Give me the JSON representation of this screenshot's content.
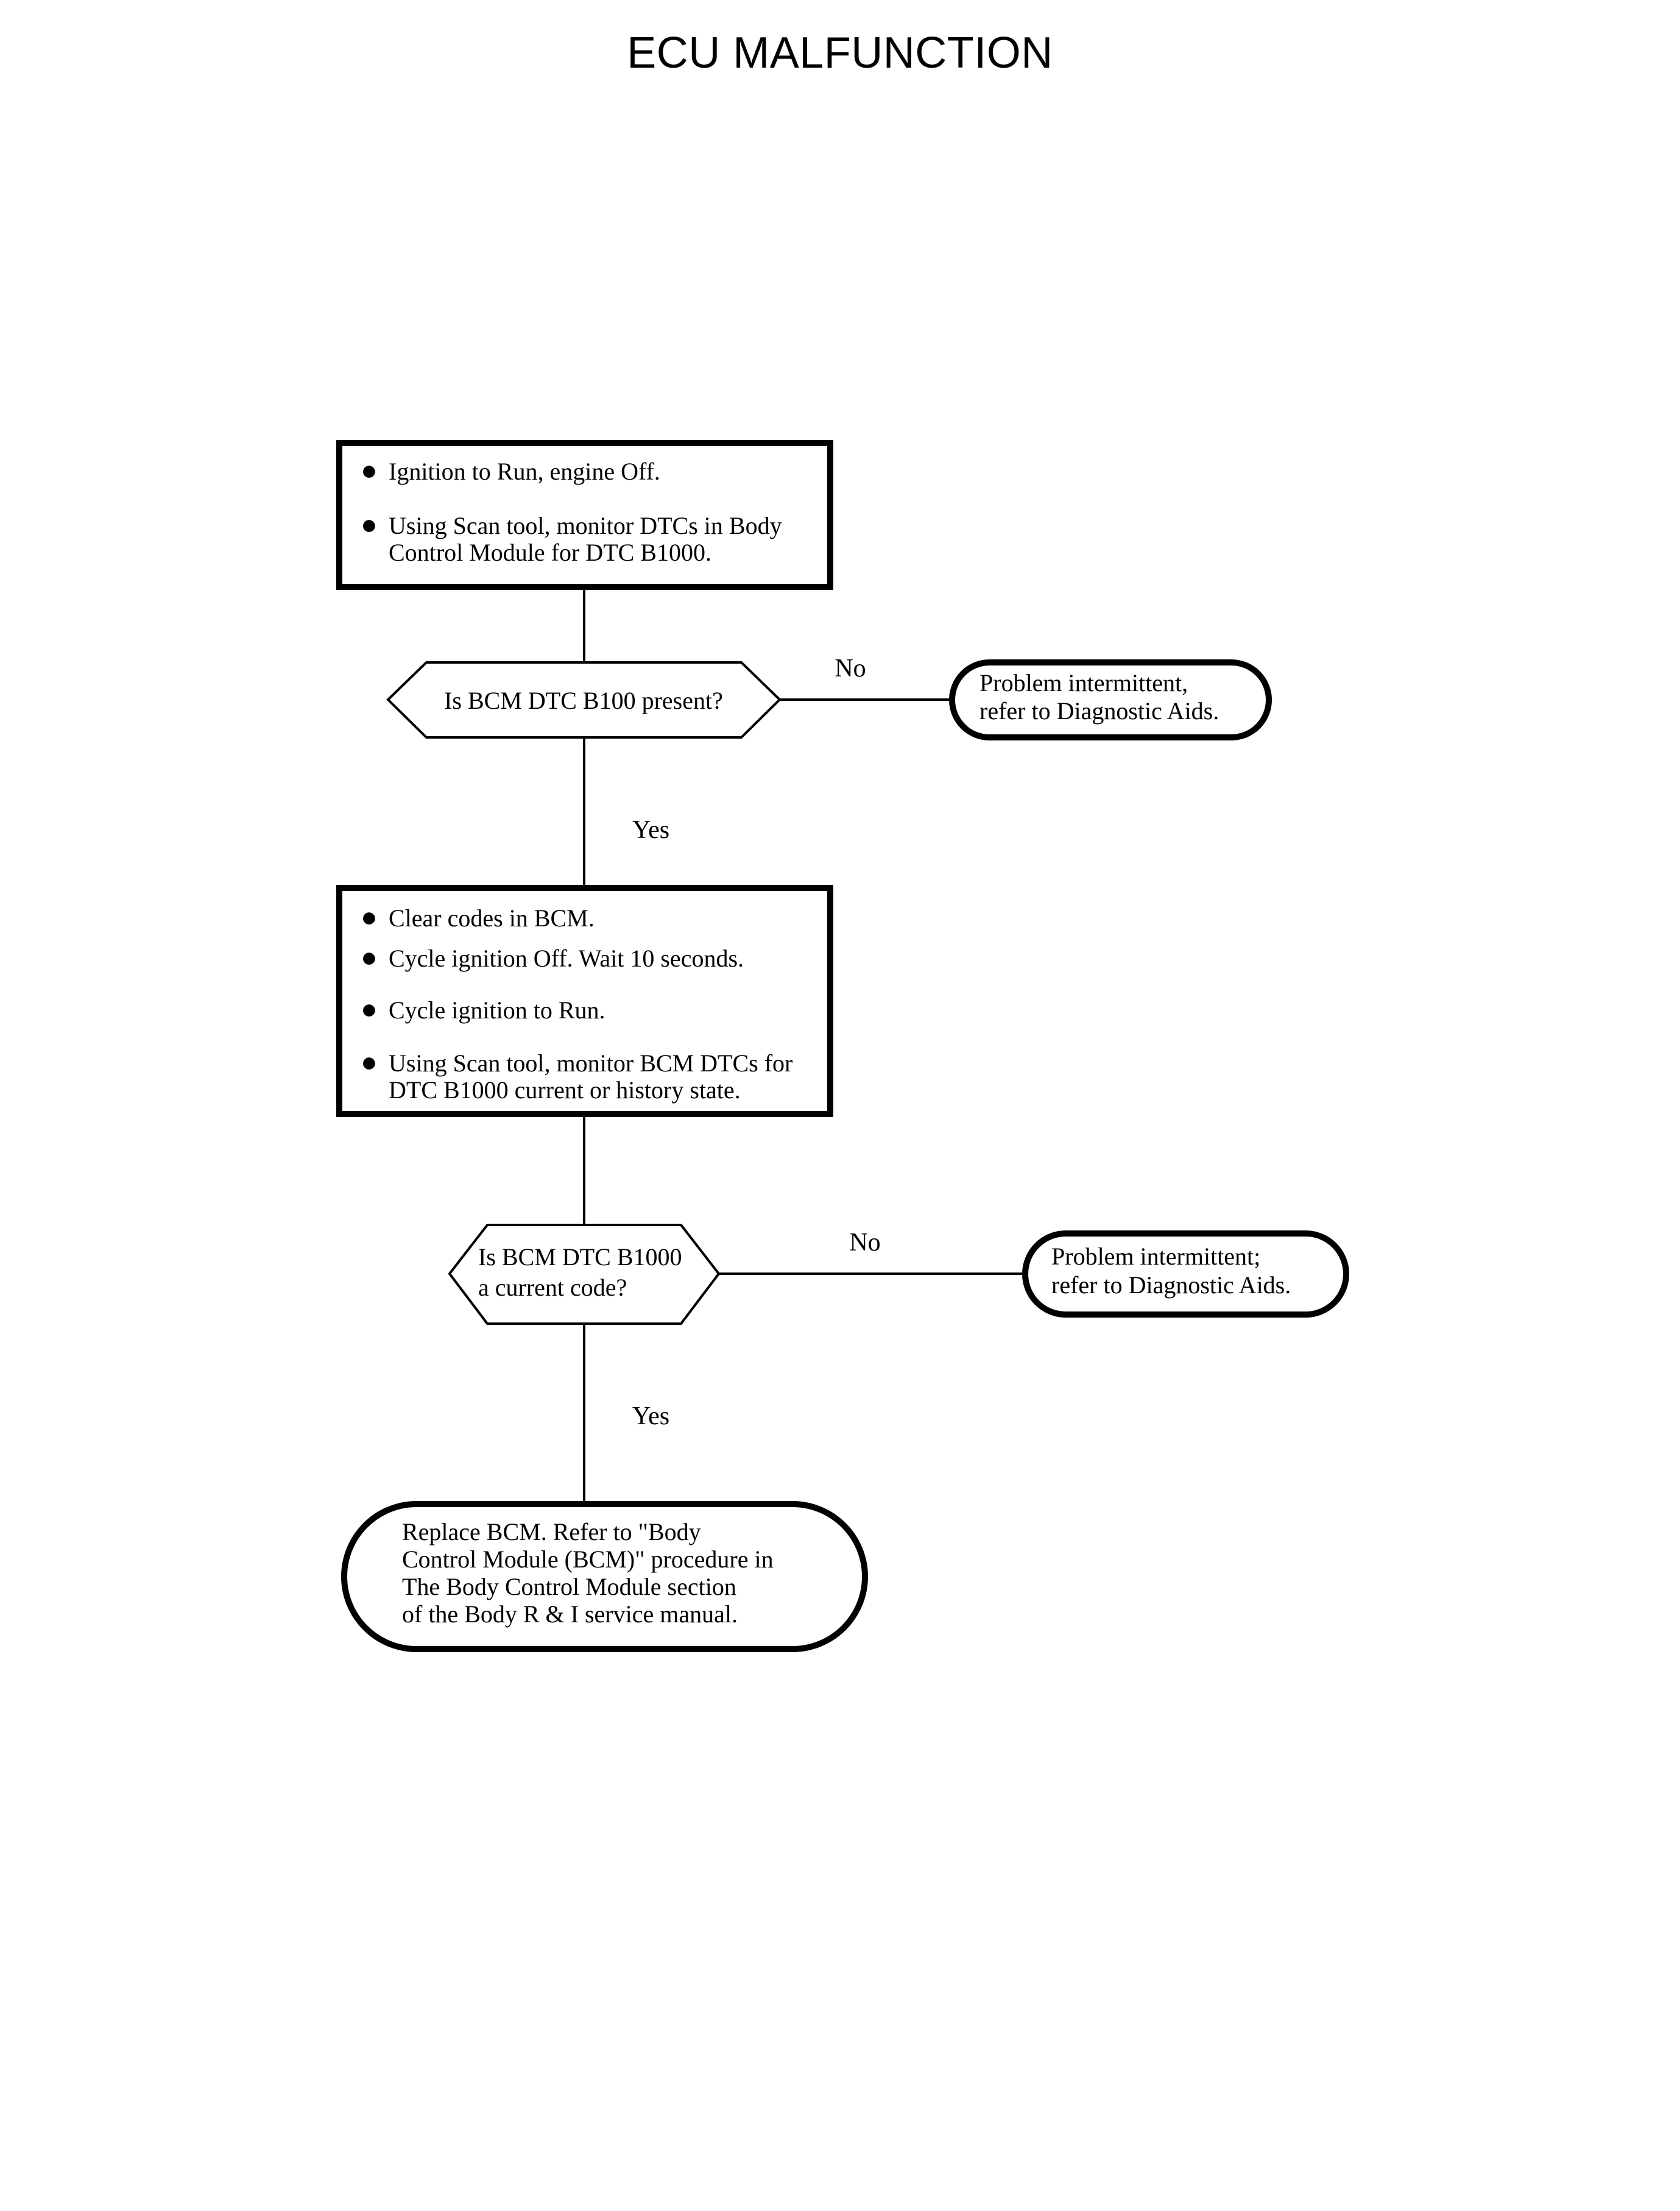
{
  "title": "ECU MALFUNCTION",
  "colors": {
    "stroke": "#000000",
    "background": "#ffffff",
    "text": "#000000"
  },
  "chart_data": {
    "type": "diagram",
    "diagram_kind": "flowchart",
    "title": "ECU MALFUNCTION",
    "nodes": [
      {
        "id": "step1",
        "shape": "rectangle",
        "lines": [
          "Ignition to Run, engine Off.",
          "Using Scan tool, monitor DTCs in Body",
          "Control Module for DTC B1000."
        ]
      },
      {
        "id": "decision1",
        "shape": "hexagon",
        "lines": [
          "Is BCM DTC B100 present?"
        ]
      },
      {
        "id": "term1",
        "shape": "stadium",
        "lines": [
          "Problem intermittent,",
          "refer to Diagnostic Aids."
        ]
      },
      {
        "id": "step2",
        "shape": "rectangle",
        "lines": [
          "Clear codes in BCM.",
          "Cycle ignition Off.  Wait 10 seconds.",
          "Cycle ignition to Run.",
          "Using Scan tool, monitor BCM DTCs for",
          "DTC B1000 current or history state."
        ]
      },
      {
        "id": "decision2",
        "shape": "hexagon",
        "lines": [
          "Is BCM DTC B1000",
          "a current code?"
        ]
      },
      {
        "id": "term2",
        "shape": "stadium",
        "lines": [
          "Problem intermittent;",
          "refer to Diagnostic Aids."
        ]
      },
      {
        "id": "term3",
        "shape": "stadium",
        "lines": [
          "Replace BCM.  Refer to \"Body",
          "Control Module (BCM)\" procedure in",
          "The Body Control Module section",
          "of the Body R & I service manual."
        ]
      }
    ],
    "edges": [
      {
        "from": "step1",
        "to": "decision1",
        "label": ""
      },
      {
        "from": "decision1",
        "to": "term1",
        "label": "No"
      },
      {
        "from": "decision1",
        "to": "step2",
        "label": "Yes"
      },
      {
        "from": "step2",
        "to": "decision2",
        "label": ""
      },
      {
        "from": "decision2",
        "to": "term2",
        "label": "No"
      },
      {
        "from": "decision2",
        "to": "term3",
        "label": "Yes"
      }
    ]
  },
  "step1": {
    "bullet1": "Ignition to Run, engine Off.",
    "bullet2_line1": "Using Scan tool, monitor DTCs in Body",
    "bullet2_line2": "Control Module for DTC B1000."
  },
  "decision1": {
    "text": "Is BCM DTC B100 present?"
  },
  "branch1": {
    "no_label": "No",
    "yes_label": "Yes"
  },
  "terminator1": {
    "line1": "Problem intermittent,",
    "line2": "refer to Diagnostic Aids."
  },
  "step2": {
    "bullet1": "Clear codes in BCM.",
    "bullet2": "Cycle ignition Off.  Wait 10 seconds.",
    "bullet3": "Cycle ignition to Run.",
    "bullet4_line1": "Using Scan tool, monitor BCM DTCs for",
    "bullet4_line2": "DTC B1000 current or history state."
  },
  "decision2": {
    "line1": "Is BCM DTC B1000",
    "line2": "a current code?"
  },
  "branch2": {
    "no_label": "No",
    "yes_label": "Yes"
  },
  "terminator2": {
    "line1": "Problem intermittent;",
    "line2": "refer to Diagnostic Aids."
  },
  "terminator3": {
    "line1": "Replace BCM.  Refer to \"Body",
    "line2": "Control Module (BCM)\" procedure in",
    "line3": "The Body Control Module section",
    "line4": "of the Body R & I service manual."
  },
  "bullet_glyph": "●"
}
